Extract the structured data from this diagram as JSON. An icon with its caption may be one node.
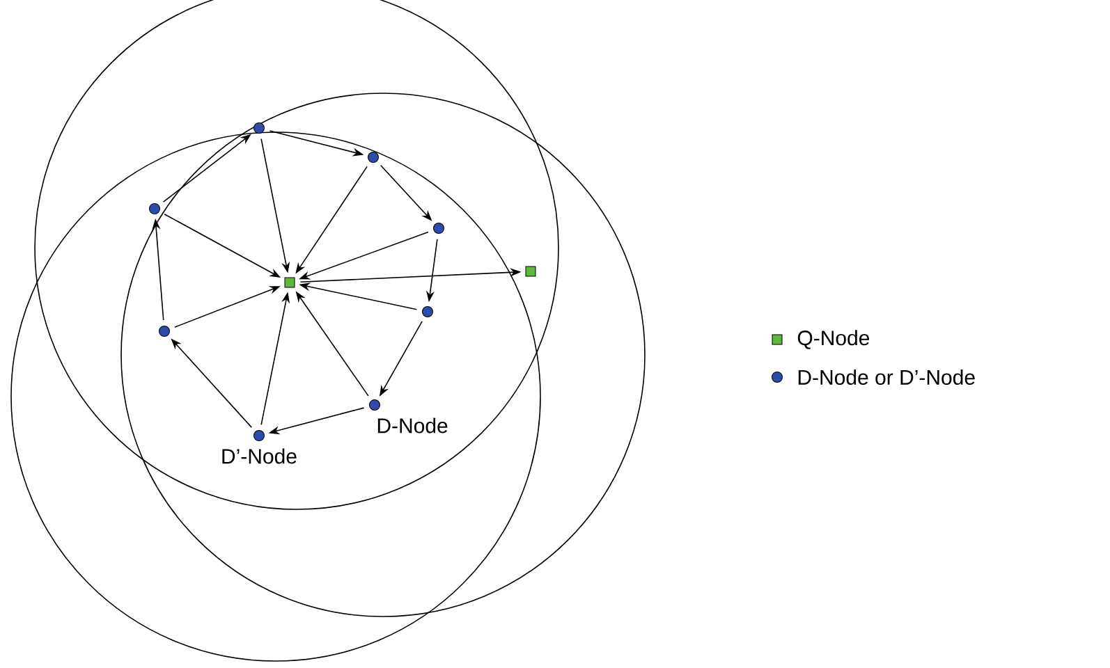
{
  "diagram": {
    "nodes": [
      {
        "text": [],
        "shape": "box"
      },
      {
        "text": [],
        "shape": "box"
      },
      {
        "text": [],
        "shape": "circle"
      },
      {
        "text": [],
        "shape": "circle"
      },
      {
        "text": [],
        "shape": "circle"
      },
      {
        "text": [],
        "shape": "circle"
      },
      {
        "text": [],
        "shape": "circle",
        "beside": [
          "D-Node"
        ]
      },
      {
        "text": [],
        "shape": "circle",
        "beside": [
          "D’-Node"
        ]
      },
      {
        "text": [],
        "shape": "circle"
      },
      {
        "text": [],
        "shape": "circle"
      }
    ],
    "edges": [
      {
        "from": 2,
        "to": 3,
        "arrow": "to"
      },
      {
        "from": 3,
        "to": 4,
        "arrow": "to"
      },
      {
        "from": 4,
        "to": 5,
        "arrow": "to"
      },
      {
        "from": 5,
        "to": 6,
        "arrow": "to"
      },
      {
        "from": 6,
        "to": 7,
        "arrow": "to"
      },
      {
        "from": 7,
        "to": 8,
        "arrow": "to"
      },
      {
        "from": 8,
        "to": 9,
        "arrow": "to"
      },
      {
        "from": 9,
        "to": 2,
        "arrow": "to"
      },
      {
        "from": 2,
        "to": 0,
        "arrow": "to"
      },
      {
        "from": 3,
        "to": 0,
        "arrow": "to"
      },
      {
        "from": 4,
        "to": 0,
        "arrow": "to"
      },
      {
        "from": 5,
        "to": 0,
        "arrow": "to"
      },
      {
        "from": 6,
        "to": 0,
        "arrow": "to"
      },
      {
        "from": 7,
        "to": 0,
        "arrow": "to"
      },
      {
        "from": 8,
        "to": 0,
        "arrow": "to"
      },
      {
        "from": 9,
        "to": 0,
        "arrow": "to"
      },
      {
        "from": 0,
        "to": 1,
        "arrow": "to"
      }
    ],
    "legend": [
      {
        "text": "Q-Node",
        "color": "#5cb83a"
      },
      {
        "text": "D-Node or D’-Node"
      }
    ]
  }
}
